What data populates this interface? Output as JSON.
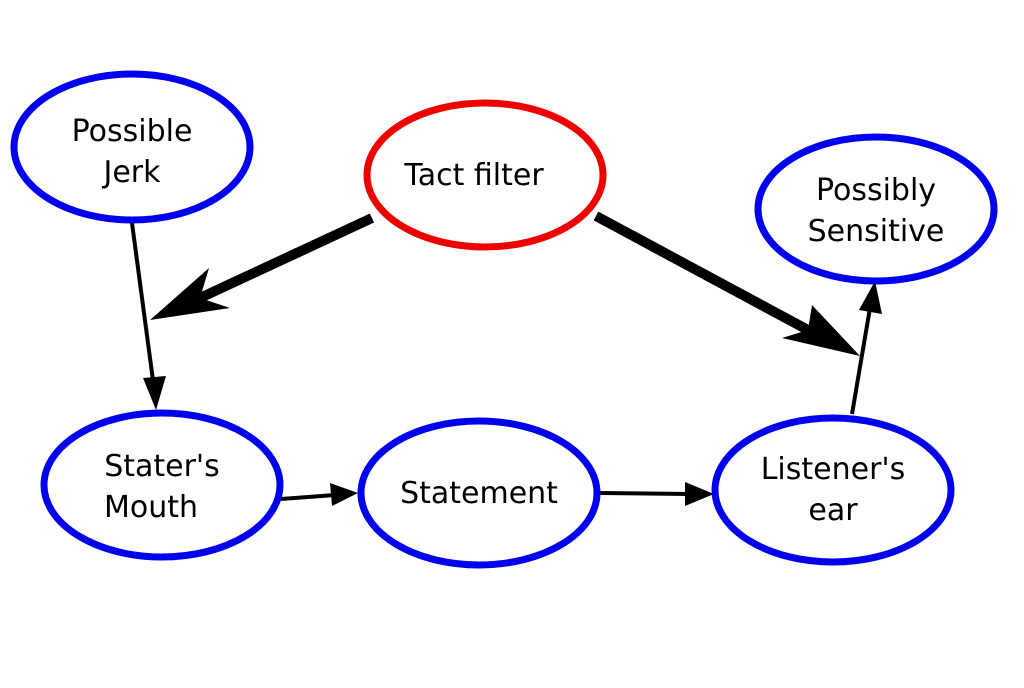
{
  "colors": {
    "background": "#ffffff",
    "normal_node_stroke": "#0000ee",
    "filter_node_stroke": "#ee0000",
    "arrow": "#000000",
    "text": "#000000"
  },
  "nodes": {
    "possible_jerk": {
      "line1": "Possible",
      "line2": "Jerk"
    },
    "tact_filter": {
      "line1": "Tact filter"
    },
    "possibly_sensitive": {
      "line1": "Possibly",
      "line2": "Sensitive"
    },
    "staters_mouth": {
      "line1": "Stater's",
      "line2": "Mouth"
    },
    "statement": {
      "line1": "Statement"
    },
    "listeners_ear": {
      "line1": "Listener's",
      "line2": "ear"
    }
  },
  "edges": [
    {
      "from": "possible_jerk",
      "to": "staters_mouth",
      "weight": "thin"
    },
    {
      "from": "staters_mouth",
      "to": "statement",
      "weight": "thin"
    },
    {
      "from": "statement",
      "to": "listeners_ear",
      "weight": "thin"
    },
    {
      "from": "listeners_ear",
      "to": "possibly_sensitive",
      "weight": "thin"
    },
    {
      "from": "tact_filter",
      "to": "possible_jerk-to-staters_mouth-edge",
      "weight": "thick"
    },
    {
      "from": "tact_filter",
      "to": "listeners_ear-to-possibly_sensitive-edge",
      "weight": "thick"
    }
  ]
}
